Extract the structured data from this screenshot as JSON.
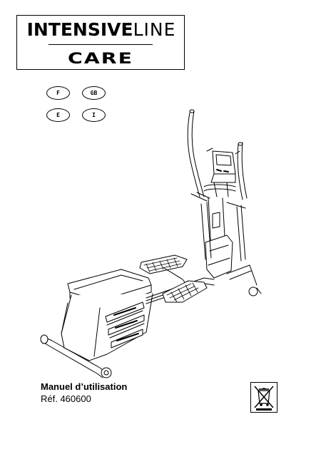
{
  "brand": {
    "name_bold": "INTENSIVE",
    "name_light": "LINE",
    "sub": "CARE"
  },
  "languages": [
    "F",
    "GB",
    "E",
    "I"
  ],
  "manual": {
    "title": "Manuel d’utilisation",
    "ref": "Réf. 460600"
  },
  "icons": {
    "product": "elliptical-trainer-illustration",
    "disposal": "crossed-out-wheelie-bin-icon"
  }
}
